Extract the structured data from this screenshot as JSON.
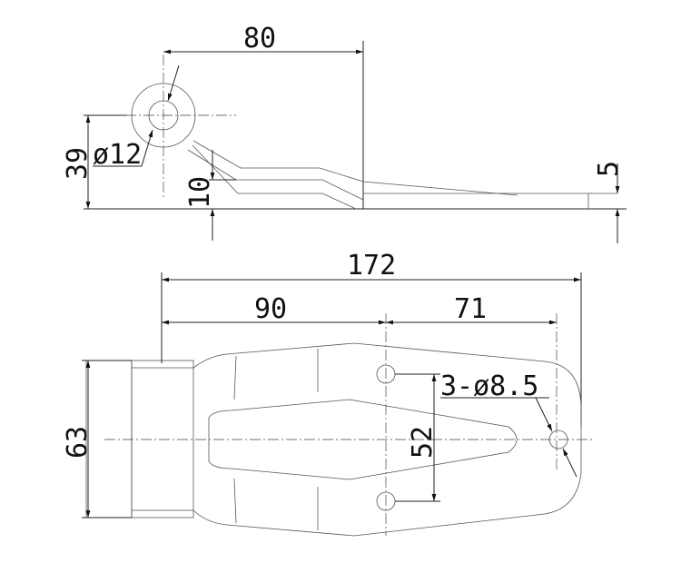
{
  "drawing": {
    "side_view": {
      "width_to_bend": "80",
      "pivot_height": "39",
      "pin_diameter": "ø12",
      "bend_offset": "10",
      "thickness": "5"
    },
    "top_view": {
      "overall_length": "172",
      "pivot_to_hole": "90",
      "hole_to_hole": "71",
      "width": "63",
      "hole_spacing": "52",
      "holes": "3-ø8.5"
    }
  }
}
